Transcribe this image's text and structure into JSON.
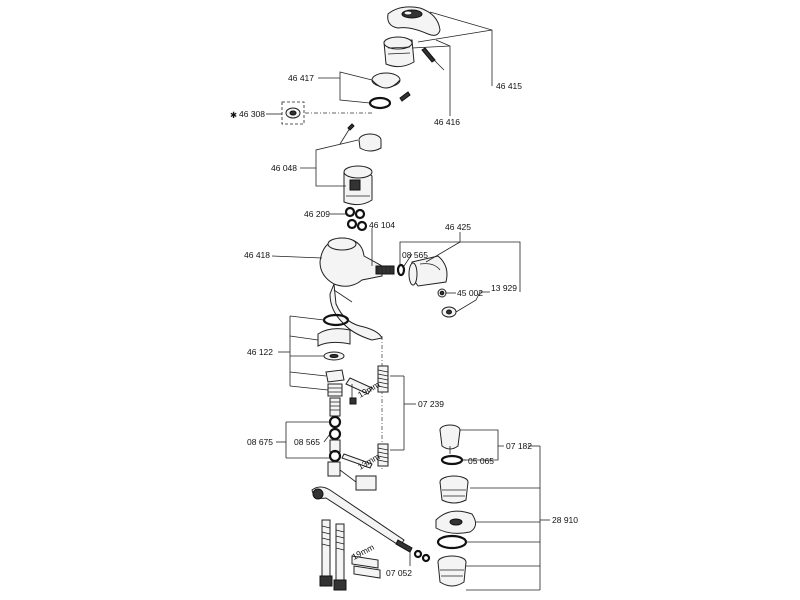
{
  "labels": {
    "p46415": "46 415",
    "p46417": "46 417",
    "p46308": "46 308",
    "p46308_star": "✱",
    "p46416": "46 416",
    "p46048": "46 048",
    "p46209": "46 209",
    "p46104": "46 104",
    "p46425": "46 425",
    "p46418": "46 418",
    "p08565a": "08 565",
    "p45002": "45 002",
    "p13929": "13 929",
    "p46122": "46 122",
    "p07239": "07 239",
    "p08675": "08 675",
    "p08565b": "08 565",
    "p07182": "07 182",
    "p05065": "05 065",
    "p28910": "28 910",
    "p07052": "07 052",
    "dim19a": "19mm",
    "dim13": "13mm",
    "dim19b": "19mm"
  }
}
